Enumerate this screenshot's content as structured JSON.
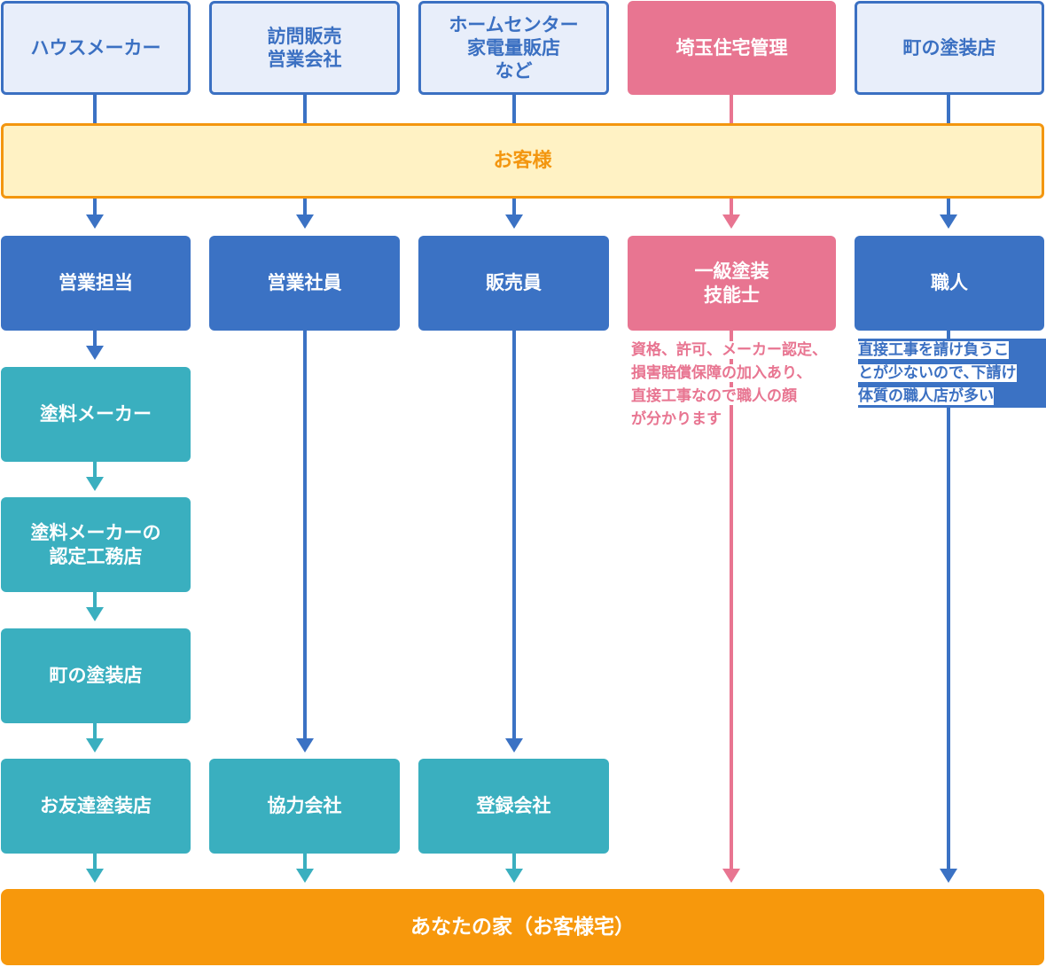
{
  "columns": [
    {
      "source": "ハウスメーカー",
      "contact": "営業担当",
      "chain": [
        "塗料メーカー",
        "塗料メーカーの\n認定工務店",
        "町の塗装店",
        "お友達塗装店"
      ]
    },
    {
      "source": "訪問販売\n営業会社",
      "contact": "営業社員",
      "final": "協力会社"
    },
    {
      "source": "ホームセンター\n家電量販店\nなど",
      "contact": "販売員",
      "final": "登録会社"
    },
    {
      "source": "埼玉住宅管理",
      "contact": "一級塗装\n技能士",
      "note": "資格、許可、メーカー認定、\n損害賠償保障の加入あり、\n直接工事なので職人の顔\nが分かります"
    },
    {
      "source": "町の塗装店",
      "contact": "職人",
      "note": "直接工事を請け負うこ\nとが少ないので､下請け\n体質の職人店が多い"
    }
  ],
  "customer": "お客様",
  "destination": "あなたの家（お客様宅）",
  "colors": {
    "blue": "#3b72c4",
    "pink": "#e87591",
    "teal": "#3aafbf",
    "orange": "#f7980c",
    "cream": "#fff2c4"
  }
}
